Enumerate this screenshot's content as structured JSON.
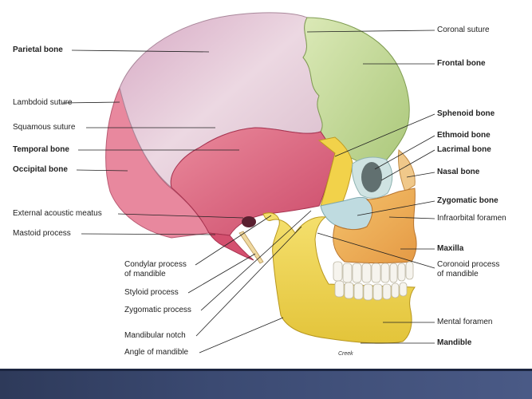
{
  "labels": {
    "parietal_bone": "Parietal bone",
    "lambdoid_suture": "Lambdoid suture",
    "squamous_suture": "Squamous suture",
    "temporal_bone": "Temporal bone",
    "occipital_bone": "Occipital bone",
    "external_acoustic_meatus": "External acoustic meatus",
    "mastoid_process": "Mastoid process",
    "condylar_process_1": "Condylar process",
    "condylar_process_2": "of mandible",
    "styloid_process": "Styloid process",
    "zygomatic_process": "Zygomatic process",
    "mandibular_notch": "Mandibular notch",
    "angle_of_mandible": "Angle of mandible",
    "coronal_suture": "Coronal suture",
    "frontal_bone": "Frontal bone",
    "sphenoid_bone": "Sphenoid bone",
    "ethmoid_bone": "Ethmoid bone",
    "lacrimal_bone": "Lacrimal bone",
    "nasal_bone": "Nasal bone",
    "zygomatic_bone": "Zygomatic bone",
    "infraorbital_foramen": "Infraorbital foramen",
    "maxilla": "Maxilla",
    "coronoid_process_1": "Coronoid process",
    "coronoid_process_2": "of mandible",
    "mental_foramen": "Mental foramen",
    "mandible": "Mandible"
  },
  "credit": "Creek",
  "colors": {
    "parietal": "#e2c8d6",
    "frontal": "#c9dca2",
    "temporal": "#e06a82",
    "occipital": "#e8889e",
    "sphenoid": "#f2d24a",
    "ethmoid": "#cfe3e2",
    "maxilla": "#f0b25c",
    "mandible": "#f2dc5a",
    "teeth": "#f6f4ee",
    "footer": "#3b4a72"
  }
}
